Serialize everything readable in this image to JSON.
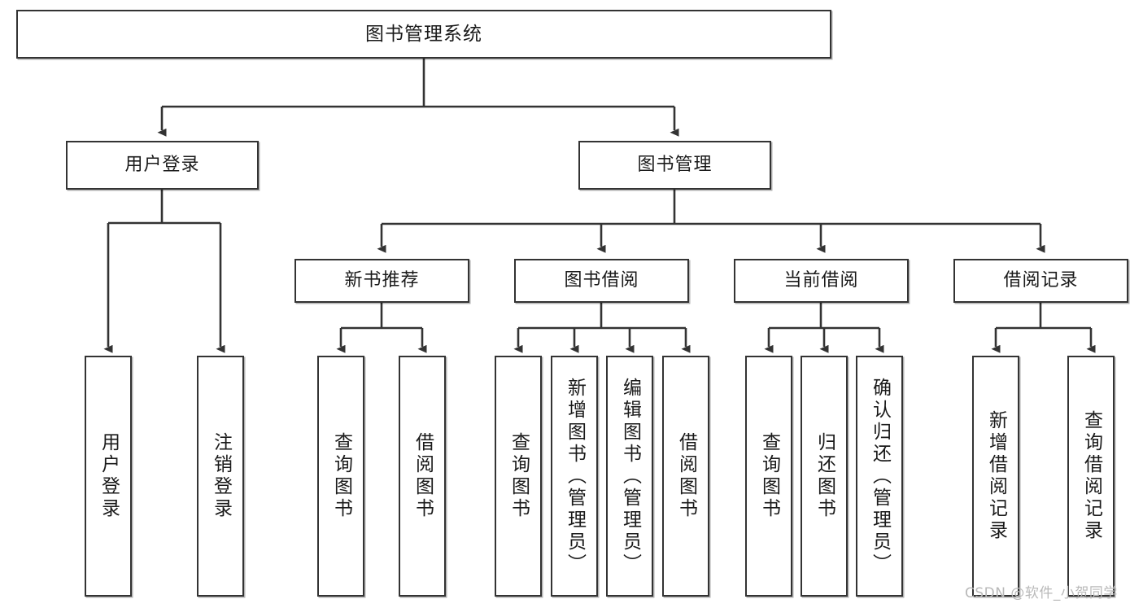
{
  "diagram": {
    "title": "图书管理系统",
    "type": "hierarchy-tree",
    "stroke_color": "#333333",
    "node_fill": "#ffffff",
    "background": "#ffffff"
  },
  "nodes": {
    "root": {
      "label": "图书管理系统"
    },
    "level2": [
      {
        "id": "user-login",
        "label": "用户登录"
      },
      {
        "id": "book-management",
        "label": "图书管理"
      }
    ],
    "level3": [
      {
        "id": "new-book-recommend",
        "label": "新书推荐"
      },
      {
        "id": "book-borrow",
        "label": "图书借阅"
      },
      {
        "id": "current-borrow",
        "label": "当前借阅"
      },
      {
        "id": "borrow-record",
        "label": "借阅记录"
      }
    ],
    "leaves": {
      "user_login": [
        {
          "id": "leaf-user-login",
          "label": "用户登录"
        },
        {
          "id": "leaf-logout-login",
          "label": "注销登录"
        }
      ],
      "new_book_recommend": [
        {
          "id": "leaf-query-book-1",
          "label": "查询图书"
        },
        {
          "id": "leaf-borrow-book-1",
          "label": "借阅图书"
        }
      ],
      "book_borrow": [
        {
          "id": "leaf-query-book-2",
          "label": "查询图书"
        },
        {
          "id": "leaf-add-book",
          "label": "新增图书（管理员）"
        },
        {
          "id": "leaf-edit-book",
          "label": "编辑图书（管理员）"
        },
        {
          "id": "leaf-borrow-book-2",
          "label": "借阅图书"
        }
      ],
      "current_borrow": [
        {
          "id": "leaf-query-book-3",
          "label": "查询图书"
        },
        {
          "id": "leaf-return-book",
          "label": "归还图书"
        },
        {
          "id": "leaf-confirm-return",
          "label": "确认归还（管理员）"
        }
      ],
      "borrow_record": [
        {
          "id": "leaf-add-borrow-record",
          "label": "新增借阅记录"
        },
        {
          "id": "leaf-query-borrow-record",
          "label": "查询借阅记录"
        }
      ]
    }
  },
  "watermark": {
    "text": "CSDN @软件_小贺同学"
  }
}
